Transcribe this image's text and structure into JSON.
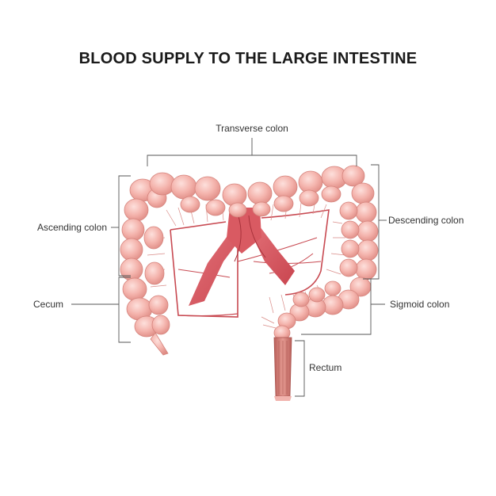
{
  "title": "BLOOD SUPPLY TO THE LARGE INTESTINE",
  "labels": {
    "transverse": "Transverse colon",
    "ascending": "Ascending colon",
    "descending": "Descending colon",
    "cecum": "Cecum",
    "sigmoid": "Sigmoid colon",
    "rectum": "Rectum"
  },
  "colors": {
    "colon_light": "#f7bcb6",
    "colon_mid": "#eb9a93",
    "colon_dark": "#d77c75",
    "artery": "#d9515a",
    "vessel": "#c84a52",
    "label_line": "#555555",
    "rectum": "#c46a64"
  }
}
